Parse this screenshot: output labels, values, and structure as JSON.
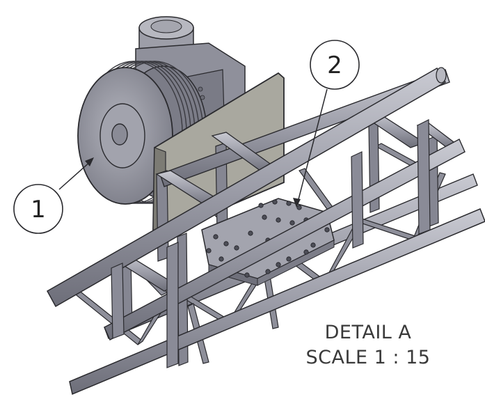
{
  "callouts": [
    {
      "number": "1"
    },
    {
      "number": "2"
    }
  ],
  "caption": {
    "title": "DETAIL A",
    "scale": "SCALE 1 : 15"
  },
  "colors": {
    "metal": "#9a9ba6",
    "metal_dark": "#6e6f7a",
    "metal_light": "#c4c5cd",
    "plate": "#a8a79e",
    "outline": "#2a2a2e"
  }
}
